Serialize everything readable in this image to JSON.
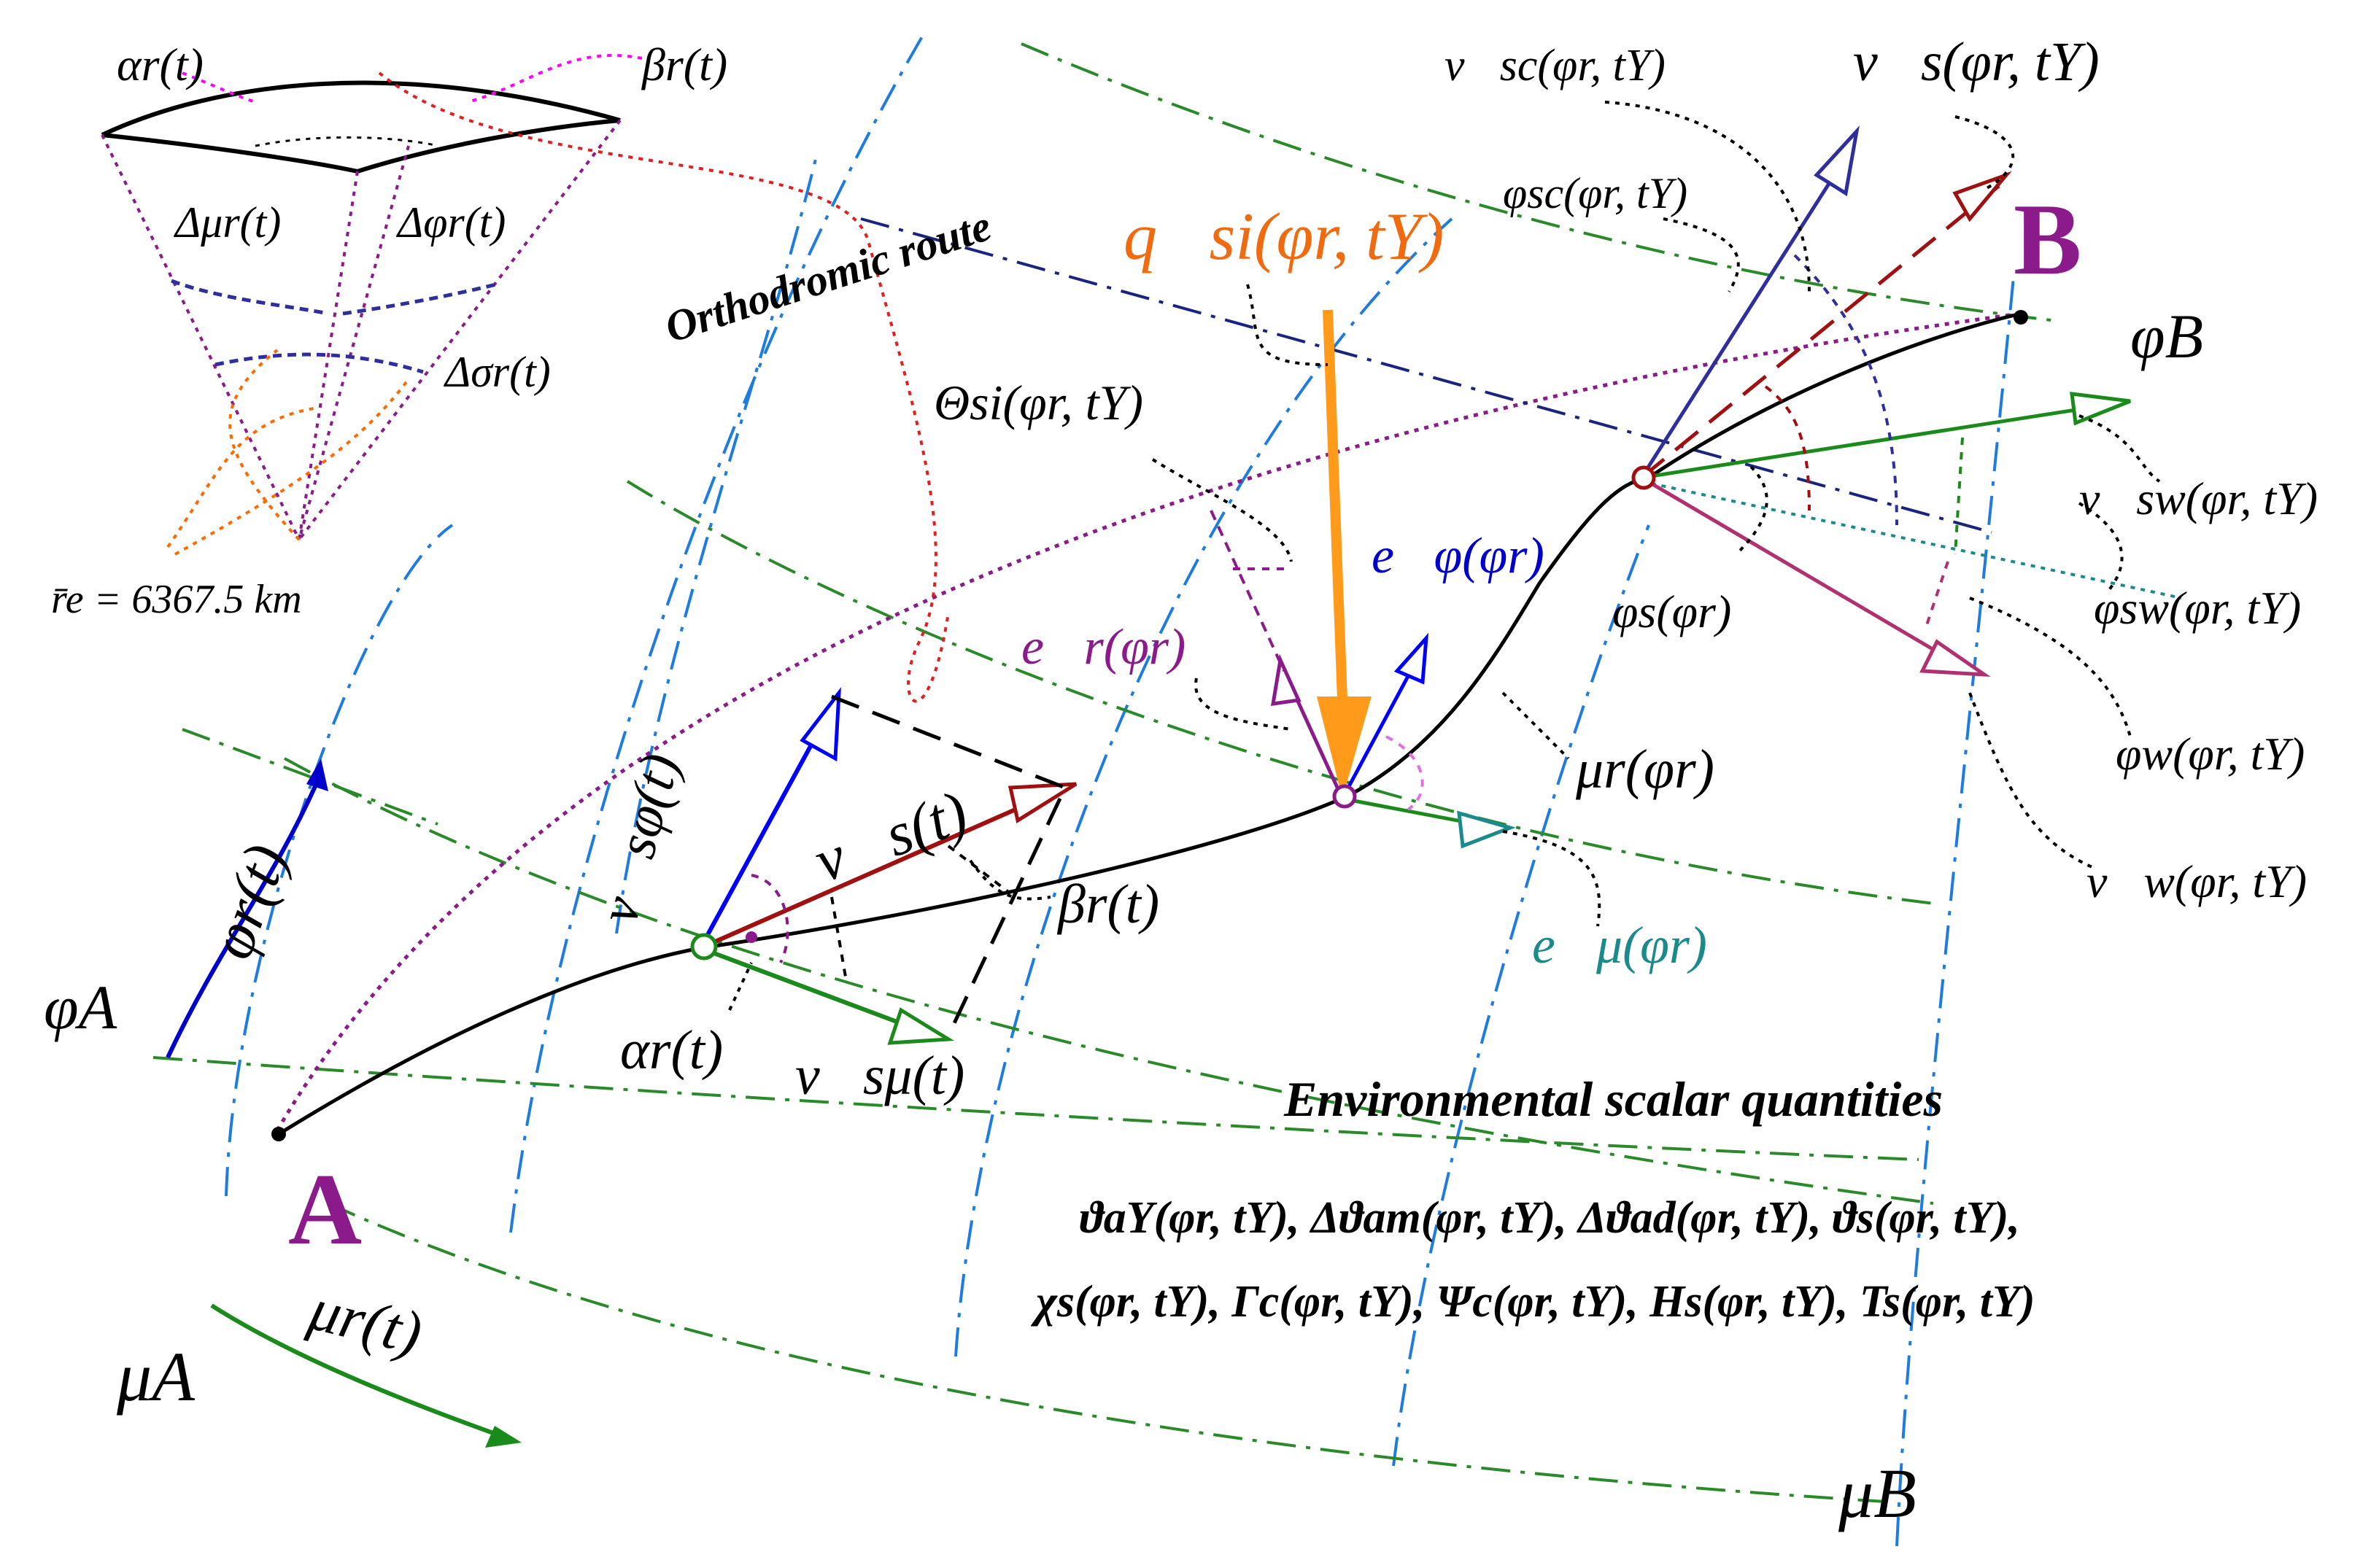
{
  "inset": {
    "alpha_r_t": "αr(t)",
    "beta_r_t": "βr(t)",
    "delta_mu_r_t": "Δμr(t)",
    "delta_phi_r_t": "Δφr(t)",
    "delta_sigma_r_t": "Δσr(t)",
    "earth_radius": "r̄e = 6367.5 km"
  },
  "route": {
    "orthodromic_label": "Orthodromic route",
    "point_a": "A",
    "point_b": "B",
    "mu_r_phi": "μr(φr)"
  },
  "axes": {
    "phi_a": "φA",
    "phi_b": "φB",
    "mu_a": "μA",
    "mu_b": "μB",
    "phi_r_t": "φr(t)",
    "mu_r_t": "μr(t)"
  },
  "vectors": {
    "q_si": "q⃗si(φr, tY)",
    "theta_si": "Θsi(φr, tY)",
    "e_phi": "e⃗φ(φr)",
    "e_r": "e⃗r(φr)",
    "e_mu": "e⃗μ(φr)",
    "v_s_t": "v⃗s(t)",
    "v_s_phi_t": "v⃗sφ(t)",
    "v_s_mu_t": "v⃗sμ(t)",
    "alpha_r_t": "αr(t)",
    "beta_r_t": "βr(t)",
    "v_sc": "v⃗sc(φr, tY)",
    "v_s_b": "v⃗s(φr, tY)",
    "phi_sc": "φsc(φr, tY)",
    "v_sw": "v⃗sw(φr, tY)",
    "phi_sw": "φsw(φr, tY)",
    "phi_s": "φs(φr)",
    "phi_w": "φw(φr, tY)",
    "v_w": "v⃗w(φr, tY)"
  },
  "environment": {
    "title": "Environmental scalar quantities",
    "line1": "ϑaY(φr, tY),  Δϑam(φr, tY),  Δϑad(φr, tY),  ϑs(φr, tY),",
    "line2": "χs(φr, tY), Γc(φr, tY), Ψc(φr, tY), Hs(φr, tY), Ts(φr, tY)"
  },
  "colors": {
    "grid_blue": "#1e7be0",
    "grid_green": "#2a8a2a",
    "route_black": "#000000",
    "purple": "#8b1a8b",
    "orange": "#ff9a1a",
    "dark_red": "#a01010",
    "teal": "#1a8a8a"
  }
}
